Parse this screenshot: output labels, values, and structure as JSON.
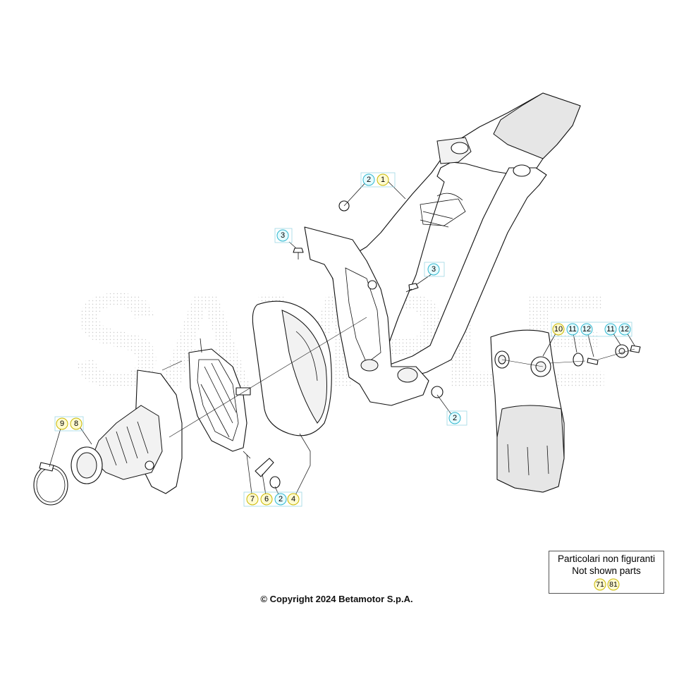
{
  "watermark": "SAMPLE",
  "callouts": [
    {
      "id": "c1",
      "label": "1",
      "kind": "main"
    },
    {
      "id": "c2a",
      "label": "2",
      "kind": "kit"
    },
    {
      "id": "c2b",
      "label": "2",
      "kind": "kit"
    },
    {
      "id": "c2c",
      "label": "2",
      "kind": "kit"
    },
    {
      "id": "c3a",
      "label": "3",
      "kind": "kit"
    },
    {
      "id": "c3b",
      "label": "3",
      "kind": "kit"
    },
    {
      "id": "c4",
      "label": "4",
      "kind": "main"
    },
    {
      "id": "c6",
      "label": "6",
      "kind": "main"
    },
    {
      "id": "c7",
      "label": "7",
      "kind": "main"
    },
    {
      "id": "c8",
      "label": "8",
      "kind": "main"
    },
    {
      "id": "c9",
      "label": "9",
      "kind": "main"
    },
    {
      "id": "c10",
      "label": "10",
      "kind": "main"
    },
    {
      "id": "c11a",
      "label": "11",
      "kind": "kit"
    },
    {
      "id": "c11b",
      "label": "11",
      "kind": "kit"
    },
    {
      "id": "c12a",
      "label": "12",
      "kind": "kit"
    },
    {
      "id": "c12b",
      "label": "12",
      "kind": "kit"
    }
  ],
  "legend": {
    "line1": "Particolari non figuranti",
    "line2": "Not shown parts",
    "items": [
      "71",
      "81"
    ]
  },
  "copyright": "© Copyright 2024 Betamotor S.p.A.",
  "colors": {
    "main_fill": "#fffbd0",
    "main_stroke": "#c9b800",
    "kit_fill": "#e4fbff",
    "kit_stroke": "#2fb7cf",
    "box_stroke": "#9fd8e4"
  }
}
